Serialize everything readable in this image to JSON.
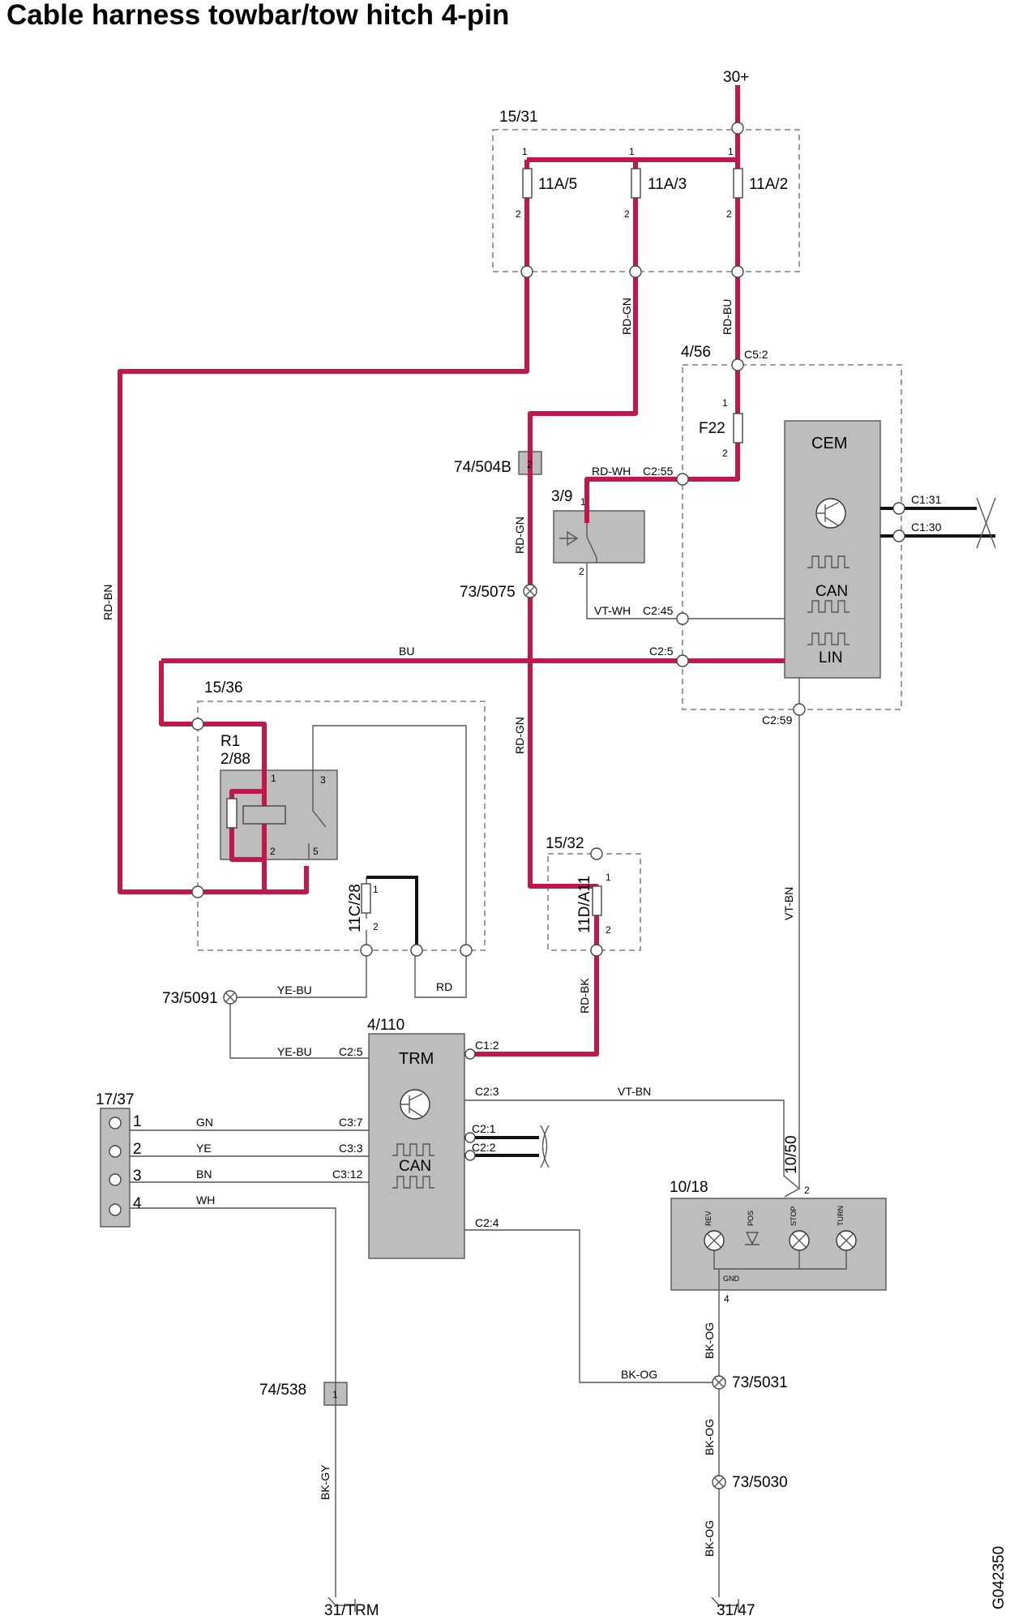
{
  "title": "Cable harness towbar/tow hitch 4-pin",
  "figure_code": "G042350",
  "supply": "30+",
  "components": {
    "fusebox_main": "15/31",
    "fuse_a": "11A/5",
    "fuse_b": "11A/3",
    "fuse_c": "11A/2",
    "cem_module": "4/56",
    "cem_label": "CEM",
    "fuse_f22": "F22",
    "connector_504b": "74/504B",
    "switch_unit": "3/9",
    "splice_5075": "73/5075",
    "fusebox_36": "15/36",
    "relay_r1": "R1",
    "relay_ref": "2/88",
    "fuse_11c28": "11C/28",
    "fusebox_32": "15/32",
    "fuse_11d": "11D/A11",
    "splice_5091": "73/5091",
    "trm_module": "4/110",
    "trm_label": "TRM",
    "socket": "17/37",
    "lamp_unit": "10/18",
    "connector_1050": "10/50",
    "connector_538": "74/538",
    "splice_5031": "73/5031",
    "splice_5030": "73/5030",
    "ground_trm": "31/TRM",
    "ground_47": "31/47"
  },
  "wires": {
    "rd_gn_1": "RD-GN",
    "rd_bu": "RD-BU",
    "rd_bn": "RD-BN",
    "rd_wh": "RD-WH",
    "rd_gn_2": "RD-GN",
    "vt_wh": "VT-WH",
    "bu": "BU",
    "rd_gn_3": "RD-GN",
    "vt_bn_1": "VT-BN",
    "rd": "RD",
    "ye_bu_1": "YE-BU",
    "ye_bu_2": "YE-BU",
    "rd_bk": "RD-BK",
    "vt_bn_2": "VT-BN",
    "gn": "GN",
    "ye": "YE",
    "bn": "BN",
    "wh": "WH",
    "bk_og_1": "BK-OG",
    "bk_og_2": "BK-OG",
    "bk_og_3": "BK-OG",
    "bk_og_4": "BK-OG",
    "bk_gy": "BK-GY"
  },
  "pins": {
    "c5_2": "C5:2",
    "c2_55": "C2:55",
    "c2_45": "C2:45",
    "c2_5": "C2:5",
    "c2_59": "C2:59",
    "c1_31": "C1:31",
    "c1_30": "C1:30",
    "trm_c2_5": "C2:5",
    "trm_c1_2": "C1:2",
    "trm_c2_3": "C2:3",
    "trm_c2_1": "C2:1",
    "trm_c2_2": "C2:2",
    "trm_c3_7": "C3:7",
    "trm_c3_3": "C3:3",
    "trm_c3_12": "C3:12",
    "trm_c2_4": "C2:4",
    "n1": "1",
    "n2": "2",
    "n3": "3",
    "n4": "4",
    "n5": "5"
  },
  "module_text": {
    "can": "CAN",
    "lin": "LIN",
    "rev": "REV",
    "pos": "POS",
    "stop": "STOP",
    "turn": "TURN",
    "gnd": "GND"
  },
  "socket_pins": [
    "1",
    "2",
    "3",
    "4"
  ]
}
